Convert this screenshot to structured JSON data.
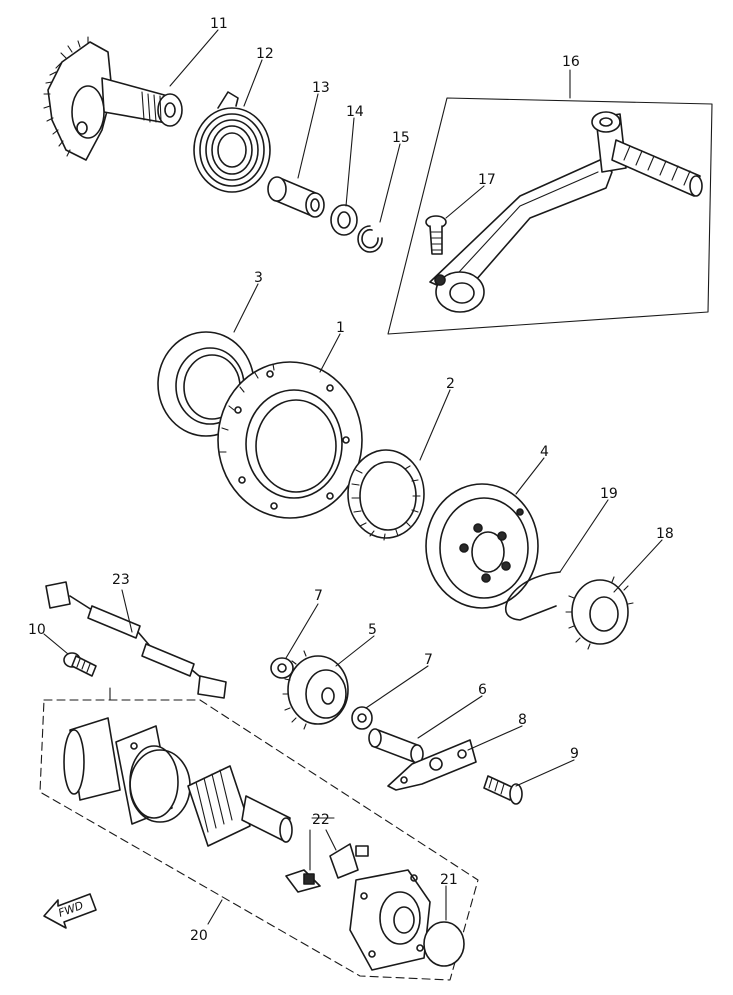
{
  "callouts": {
    "c1": "1",
    "c2": "2",
    "c3": "3",
    "c4": "4",
    "c5": "5",
    "c6": "6",
    "c7a": "7",
    "c7b": "7",
    "c8": "8",
    "c9": "9",
    "c10": "10",
    "c11": "11",
    "c12": "12",
    "c13": "13",
    "c14": "14",
    "c15": "15",
    "c16": "16",
    "c17": "17",
    "c18": "18",
    "c19": "19",
    "c20": "20",
    "c21": "21",
    "c22": "22",
    "c23": "23"
  },
  "fwd_label": "FWD",
  "colors": {
    "line": "#1a1a1a",
    "background": "#ffffff"
  }
}
